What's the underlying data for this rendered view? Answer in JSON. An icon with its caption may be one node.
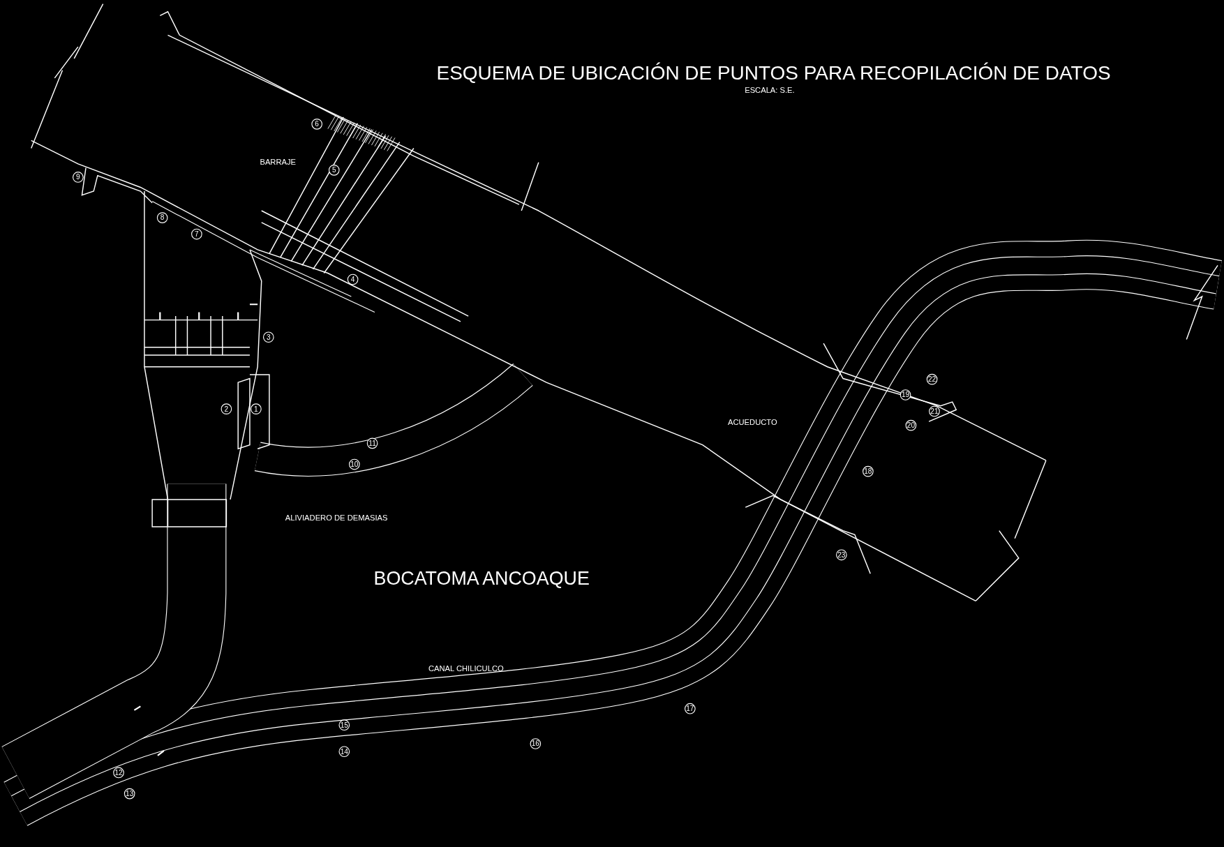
{
  "diagram": {
    "title": "ESQUEMA DE UBICACIÓN DE PUNTOS PARA RECOPILACIÓN DE DATOS",
    "caption": "ESCALA: S.E.",
    "nodes": [
      {
        "text": [
          "1"
        ]
      },
      {
        "text": [
          "2"
        ]
      },
      {
        "text": [
          "3"
        ]
      },
      {
        "text": [
          "4"
        ]
      },
      {
        "text": [
          "5"
        ]
      },
      {
        "text": [
          "6"
        ]
      },
      {
        "text": [
          "7"
        ]
      },
      {
        "text": [
          "8"
        ]
      },
      {
        "text": [
          "9"
        ]
      },
      {
        "text": [
          "10"
        ]
      },
      {
        "text": [
          "11"
        ]
      },
      {
        "text": [
          "12"
        ]
      },
      {
        "text": [
          "13"
        ]
      },
      {
        "text": [
          "14"
        ]
      },
      {
        "text": [
          "15"
        ]
      },
      {
        "text": [
          "16"
        ]
      },
      {
        "text": [
          "17"
        ]
      },
      {
        "text": [
          "18"
        ]
      },
      {
        "text": [
          "19"
        ]
      },
      {
        "text": [
          "20"
        ]
      },
      {
        "text": [
          "21"
        ]
      },
      {
        "text": [
          "22"
        ]
      },
      {
        "text": [
          "23"
        ]
      }
    ],
    "labels": [
      "BARRAJE",
      "ACUEDUCTO",
      "ALIVIADERO DE DEMASIAS",
      "BOCATOMA ANCOAQUE",
      "CANAL CHILICULCO"
    ]
  }
}
